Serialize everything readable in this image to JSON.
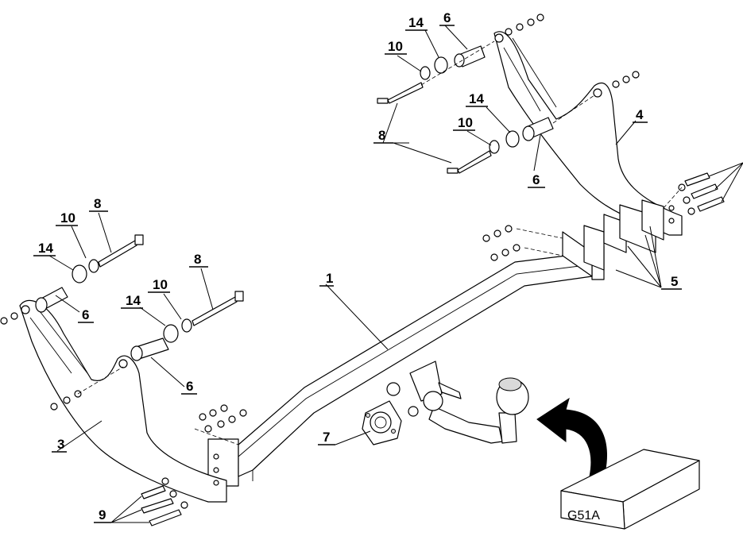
{
  "diagram": {
    "callouts": {
      "tow_bar": "1",
      "left_bracket": "3",
      "right_bracket": "4",
      "spacer_plates": "5",
      "spacer_tube_upper_right": "6",
      "spacer_tube_lower_right": "6",
      "spacer_tube_upper_left": "6",
      "spacer_tube_lower_left": "6",
      "socket_plate": "7",
      "bolt_upper_right": "8",
      "bolt_lower_right": "8",
      "bolt_upper_left": "8",
      "bolt_lower_left": "8",
      "bolt_set": "9",
      "washer_upper_right": "10",
      "washer_lower_right": "10",
      "washer_upper_left": "10",
      "washer_lower_left": "10",
      "ring_upper_right": "14",
      "ring_lower_right": "14",
      "ring_upper_left": "14",
      "ring_lower_left": "14"
    },
    "model_box_label": "G51A"
  }
}
